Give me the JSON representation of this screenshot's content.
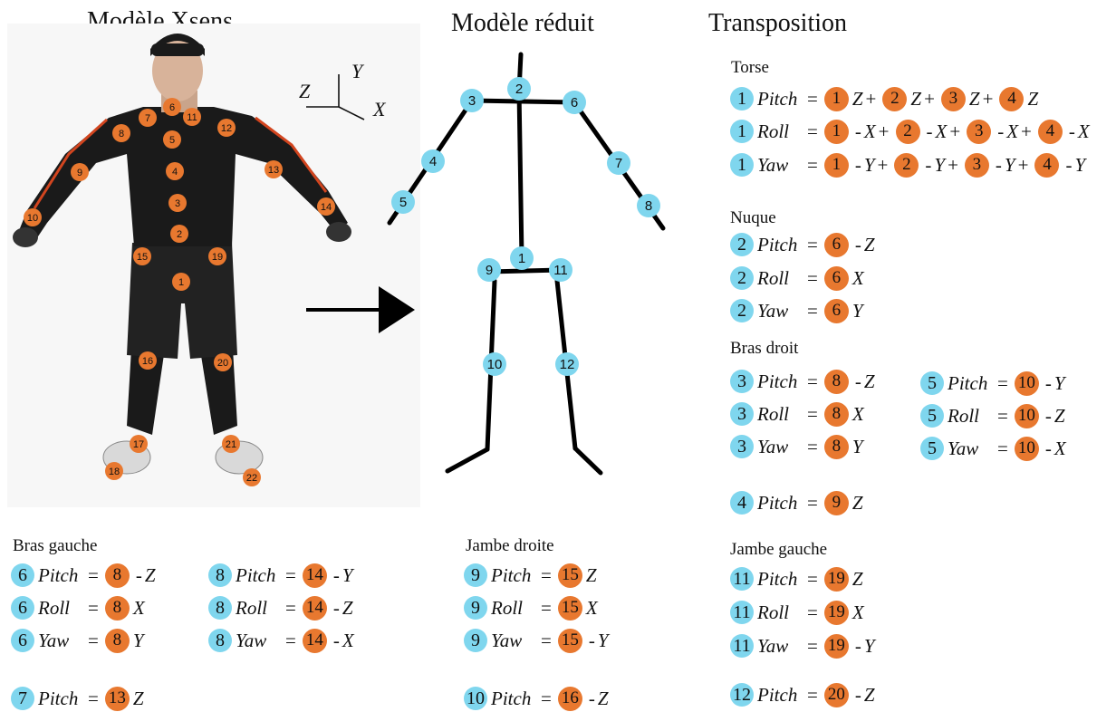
{
  "titles": {
    "xsens": "Modèle Xsens",
    "reduced": "Modèle réduit",
    "transposition": "Transposition"
  },
  "axes_labels": {
    "z": "Z",
    "y": "Y",
    "x": "X"
  },
  "colors": {
    "body_joint": "#7fd6ee",
    "sensor": "#e8782f",
    "suit": "#1a1a1a",
    "stripe": "#d2451f"
  },
  "sensor_markers": [
    "1",
    "2",
    "3",
    "4",
    "5",
    "6",
    "7",
    "8",
    "9",
    "10",
    "11",
    "12",
    "13",
    "14",
    "15",
    "16",
    "17",
    "18",
    "19",
    "20",
    "21",
    "22"
  ],
  "skeleton_joints": [
    "1",
    "2",
    "3",
    "4",
    "5",
    "6",
    "7",
    "8",
    "9",
    "10",
    "11",
    "12"
  ],
  "sections": [
    {
      "label": "Torse"
    },
    {
      "label": "Nuque"
    },
    {
      "label": "Bras droit"
    },
    {
      "label": "Bras gauche"
    },
    {
      "label": "Jambe droite"
    },
    {
      "label": "Jambe gauche"
    }
  ],
  "torse_rows": [
    {
      "j": "1",
      "angle": "Pitch",
      "terms": [
        {
          "s": "1",
          "a": "Z",
          "op": "+"
        },
        {
          "s": "2",
          "a": "Z",
          "op": "+"
        },
        {
          "s": "3",
          "a": "Z",
          "op": "+"
        },
        {
          "s": "4",
          "a": "Z",
          "op": ""
        }
      ]
    },
    {
      "j": "1",
      "angle": "Roll",
      "terms": [
        {
          "s": "1",
          "a": "-X",
          "op": "+"
        },
        {
          "s": "2",
          "a": "-X",
          "op": "+"
        },
        {
          "s": "3",
          "a": "-X",
          "op": "+"
        },
        {
          "s": "4",
          "a": "-X",
          "op": ""
        }
      ]
    },
    {
      "j": "1",
      "angle": "Yaw",
      "terms": [
        {
          "s": "1",
          "a": "-Y",
          "op": "+"
        },
        {
          "s": "2",
          "a": "-Y",
          "op": "+"
        },
        {
          "s": "3",
          "a": "-Y",
          "op": "+"
        },
        {
          "s": "4",
          "a": "-Y",
          "op": ""
        }
      ]
    }
  ],
  "equations": [
    {
      "j": "2",
      "angle": "Pitch",
      "s": "6",
      "a": "-Z"
    },
    {
      "j": "2",
      "angle": "Roll",
      "s": "6",
      "a": "X"
    },
    {
      "j": "2",
      "angle": "Yaw",
      "s": "6",
      "a": "Y"
    },
    {
      "j": "3",
      "angle": "Pitch",
      "s": "8",
      "a": "-Z"
    },
    {
      "j": "3",
      "angle": "Roll",
      "s": "8",
      "a": "X"
    },
    {
      "j": "3",
      "angle": "Yaw",
      "s": "8",
      "a": "Y"
    },
    {
      "j": "5",
      "angle": "Pitch",
      "s": "10",
      "a": "-Y"
    },
    {
      "j": "5",
      "angle": "Roll",
      "s": "10",
      "a": "-Z"
    },
    {
      "j": "5",
      "angle": "Yaw",
      "s": "10",
      "a": "-X"
    },
    {
      "j": "4",
      "angle": "Pitch",
      "s": "9",
      "a": "Z"
    },
    {
      "j": "11",
      "angle": "Pitch",
      "s": "19",
      "a": "Z"
    },
    {
      "j": "11",
      "angle": "Roll",
      "s": "19",
      "a": "X"
    },
    {
      "j": "11",
      "angle": "Yaw",
      "s": "19",
      "a": "-Y"
    },
    {
      "j": "12",
      "angle": "Pitch",
      "s": "20",
      "a": "-Z"
    },
    {
      "j": "6",
      "angle": "Pitch",
      "s": "8",
      "a": "-Z"
    },
    {
      "j": "6",
      "angle": "Roll",
      "s": "8",
      "a": "X"
    },
    {
      "j": "6",
      "angle": "Yaw",
      "s": "8",
      "a": "Y"
    },
    {
      "j": "8",
      "angle": "Pitch",
      "s": "14",
      "a": "-Y"
    },
    {
      "j": "8",
      "angle": "Roll",
      "s": "14",
      "a": "-Z"
    },
    {
      "j": "8",
      "angle": "Yaw",
      "s": "14",
      "a": "-X"
    },
    {
      "j": "7",
      "angle": "Pitch",
      "s": "13",
      "a": "Z"
    },
    {
      "j": "9",
      "angle": "Pitch",
      "s": "15",
      "a": "Z"
    },
    {
      "j": "9",
      "angle": "Roll",
      "s": "15",
      "a": "X"
    },
    {
      "j": "9",
      "angle": "Yaw",
      "s": "15",
      "a": "-Y"
    },
    {
      "j": "10",
      "angle": "Pitch",
      "s": "16",
      "a": "-Z"
    }
  ],
  "symbols": {
    "equals": "="
  }
}
